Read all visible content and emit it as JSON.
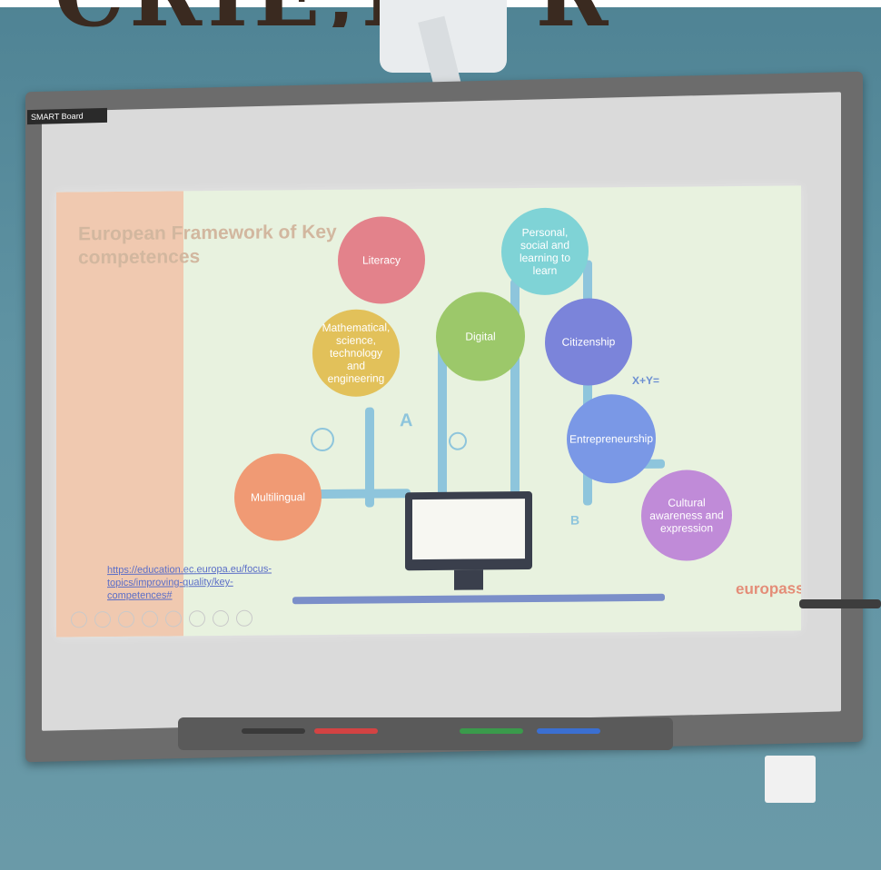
{
  "slide": {
    "title": "European Framework of Key competences",
    "link": "https://education.ec.europa.eu/focus-topics/improving-quality/key-competences#",
    "brand": "europass",
    "competences": [
      {
        "label": "Literacy",
        "color": "#e3828b"
      },
      {
        "label": "Personal, social and learning to learn",
        "color": "#7fd3d6"
      },
      {
        "label": "Mathematical, science, technology and engineering",
        "color": "#e2c15a"
      },
      {
        "label": "Digital",
        "color": "#9cc86a"
      },
      {
        "label": "Citizenship",
        "color": "#7b84da"
      },
      {
        "label": "Entrepreneurship",
        "color": "#7a98e6"
      },
      {
        "label": "Multilingual",
        "color": "#f09a74"
      },
      {
        "label": "Cultural awareness and expression",
        "color": "#c08bd8"
      }
    ],
    "decor_text": {
      "equation": "X+Y=",
      "letter_a": "A",
      "letter_b": "B"
    }
  },
  "board": {
    "brand_label": "SMART Board",
    "pen_colors": [
      "#3a3a3a",
      "#d34343",
      "#3a9a4b",
      "#3b6fd1"
    ]
  },
  "banner": {
    "text": "CRIE,LE R"
  }
}
